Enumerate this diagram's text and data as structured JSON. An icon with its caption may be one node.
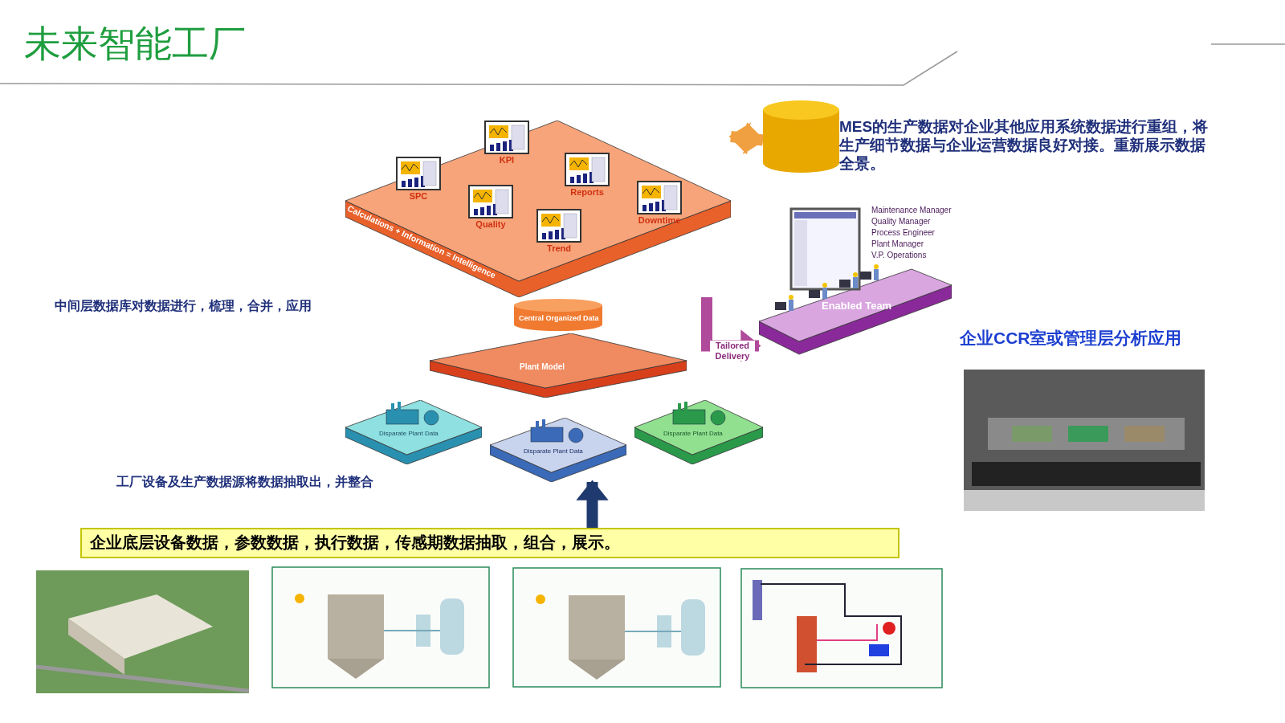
{
  "diagram": {
    "title": "未来智能工厂",
    "nodes": [
      {
        "text": [
          "Calculations + Information = Intelligence"
        ]
      },
      {
        "text": [
          "SPC"
        ],
        "in": 0
      },
      {
        "text": [
          "KPI"
        ],
        "in": 0
      },
      {
        "text": [
          "Reports"
        ],
        "in": 0
      },
      {
        "text": [
          "Quality"
        ],
        "in": 0
      },
      {
        "text": [
          "Trend"
        ],
        "in": 0
      },
      {
        "text": [
          "Downtime"
        ],
        "in": 0
      },
      {
        "text": [],
        "shape": "cylinder"
      },
      {
        "text": [
          "Central Organized Data"
        ]
      },
      {
        "text": [
          "Plant Model"
        ]
      },
      {
        "text": [
          "Disparate Plant Data"
        ]
      },
      {
        "text": [
          "Disparate Plant Data"
        ]
      },
      {
        "text": [
          "Disparate Plant Data"
        ]
      },
      {
        "text": [
          "Maintenance Manager",
          "Quality Manager",
          "Process Engineer",
          "Plant Manager",
          "V.P. Operations",
          "Enabled Team"
        ]
      },
      {
        "text": [
          "企业底层设备数据，参数数据，执行数据，传感期数据抽取，组合，展示。"
        ]
      },
      {
        "text": [],
        "shape": "picture"
      },
      {
        "text": [],
        "shape": "picture"
      },
      {
        "text": [],
        "shape": "picture"
      },
      {
        "text": [],
        "shape": "picture"
      },
      {
        "text": [],
        "shape": "picture"
      }
    ],
    "edges": [
      {
        "from": 7,
        "to": 0,
        "arrow": "both",
        "color": "#f0a040"
      },
      {
        "from": 0,
        "to": 13,
        "arrow": "to",
        "label": "Tailored Delivery",
        "color": "#b04a9a"
      },
      {
        "from": 14,
        "to": 11,
        "arrow": "to",
        "color": "#1f3a6e"
      }
    ],
    "labels": [
      "企业CCR室或管理层分析应用",
      "MES的生产数据对企业其他应用系统数据进行重组，将生产细节数据与企业运营数据良好对接。重新展示数据全景。",
      "中间层数据库对数据进行，梳理，合并，应用",
      "工厂设备及生产数据源将数据抽取出，并整合"
    ]
  }
}
